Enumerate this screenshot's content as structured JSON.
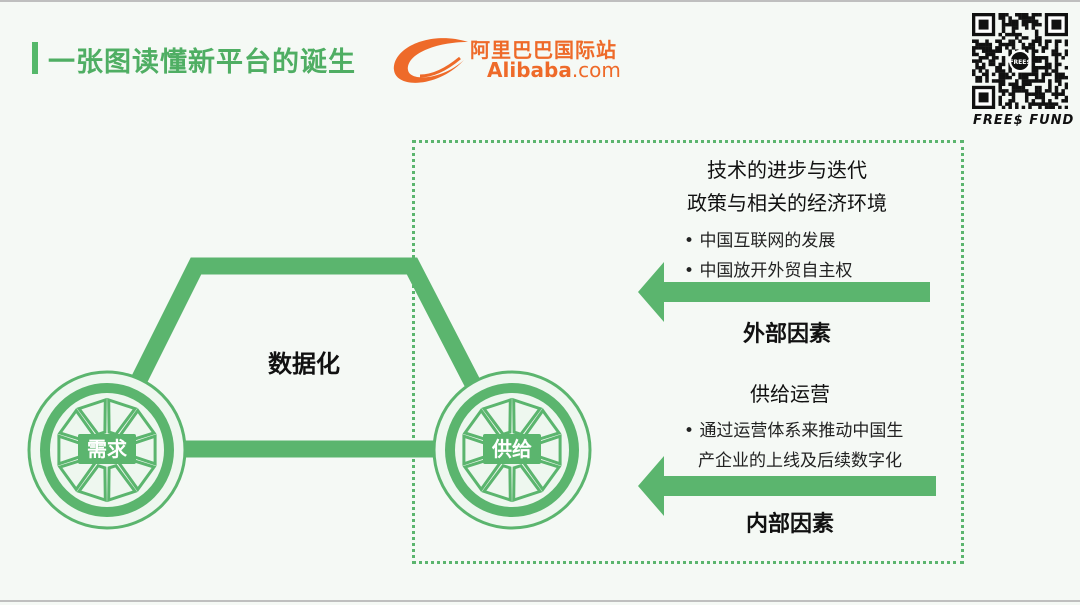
{
  "header": {
    "title": "一张图读懂新平台的诞生"
  },
  "brand": {
    "cn_name": "阿里巴巴国际站",
    "en_name": "Alibaba",
    "en_suffix": ".com",
    "color": "#ee6a29"
  },
  "qr": {
    "caption": "FREE$ FUND",
    "badge": "FREE$"
  },
  "diagram": {
    "vehicle_label": "数据化",
    "wheel_left": "需求",
    "wheel_right": "供给",
    "external": {
      "line1": "技术的进步与迭代",
      "line2": "政策与相关的经济环境",
      "bullets": [
        "中国互联网的发展",
        "中国放开外贸自主权"
      ],
      "label": "外部因素"
    },
    "internal": {
      "heading": "供给运营",
      "bullet_line1": "通过运营体系来推动中国生",
      "bullet_line2": "产企业的上线及后续数字化",
      "label": "内部因素"
    }
  },
  "colors": {
    "accent_green": "#5bb56e",
    "title_green": "#4fae63",
    "wheel_fill": "#eef7ef"
  }
}
